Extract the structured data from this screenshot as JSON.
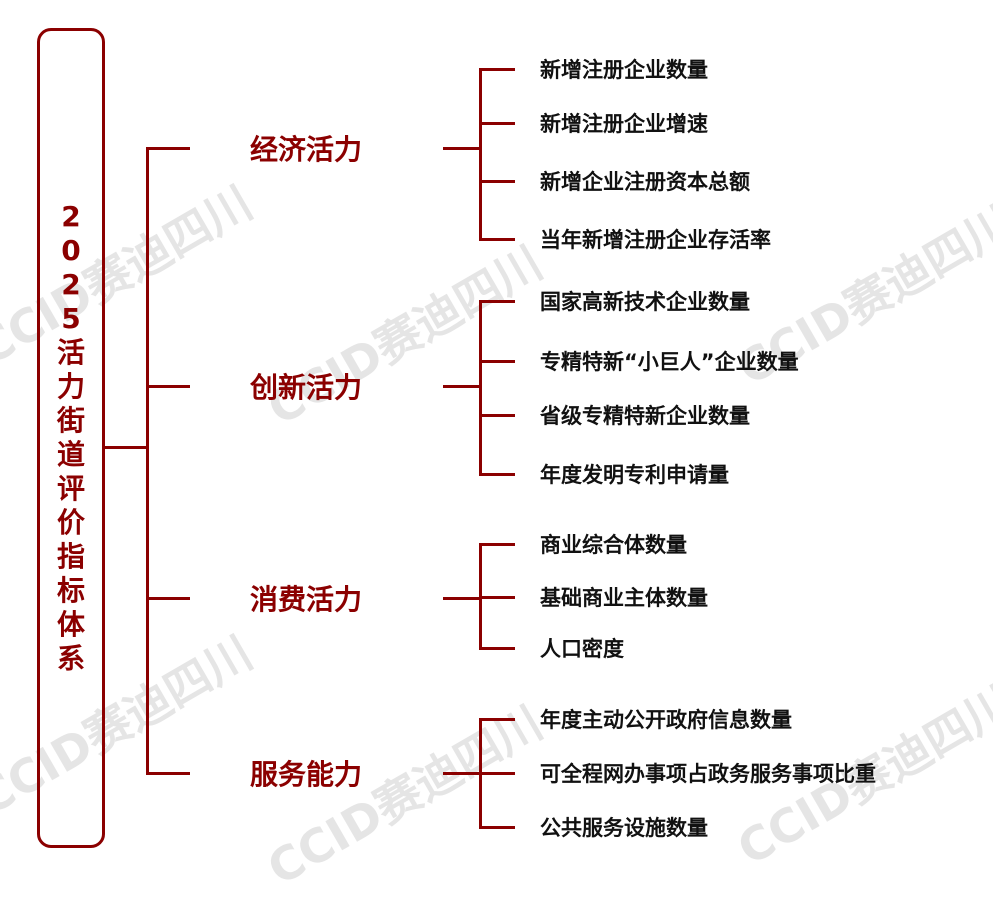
{
  "root": {
    "title": "2025活力街道评价指标体系"
  },
  "watermark": "CCID赛迪四川",
  "categories": [
    {
      "label": "经济活力",
      "items": [
        "新增注册企业数量",
        "新增注册企业增速",
        "新增企业注册资本总额",
        "当年新增注册企业存活率"
      ]
    },
    {
      "label": "创新活力",
      "items": [
        "国家高新技术企业数量",
        "专精特新“小巨人”企业数量",
        "省级专精特新企业数量",
        "年度发明专利申请量"
      ]
    },
    {
      "label": "消费活力",
      "items": [
        "商业综合体数量",
        "基础商业主体数量",
        "人口密度"
      ]
    },
    {
      "label": "服务能力",
      "items": [
        "年度主动公开政府信息数量",
        "可全程网办事项占政务服务事项比重",
        "公共服务设施数量"
      ]
    }
  ],
  "colors": {
    "accent": "#8b0000"
  }
}
